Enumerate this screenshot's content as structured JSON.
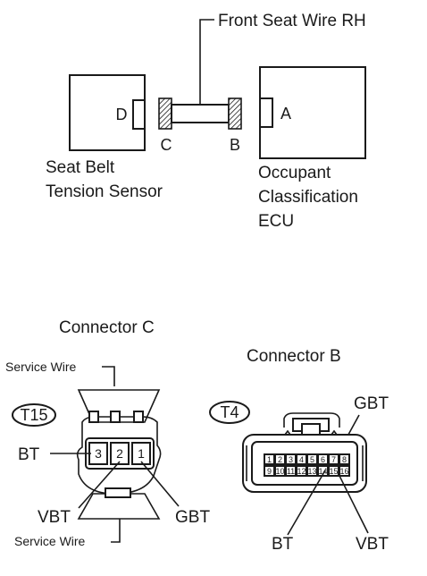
{
  "top_diagram": {
    "wire_label": "Front Seat Wire RH",
    "sensor_label_line1": "Seat Belt",
    "sensor_label_line2": "Tension Sensor",
    "ecu_label_line1": "Occupant",
    "ecu_label_line2": "Classification",
    "ecu_label_line3": "ECU",
    "port_d": "D",
    "port_a": "A",
    "conn_c": "C",
    "conn_b": "B"
  },
  "connector_c": {
    "title": "Connector C",
    "code": "T15",
    "service_wire_top": "Service Wire",
    "service_wire_bottom": "Service Wire",
    "pins": [
      "3",
      "2",
      "1"
    ],
    "label_bt": "BT",
    "label_vbt": "VBT",
    "label_gbt": "GBT"
  },
  "connector_b": {
    "title": "Connector B",
    "code": "T4",
    "pins_top": [
      "1",
      "2",
      "3",
      "4",
      "5",
      "6",
      "7",
      "8"
    ],
    "pins_bottom": [
      "9",
      "10",
      "11",
      "12",
      "13",
      "14",
      "15",
      "16"
    ],
    "label_gbt": "GBT",
    "label_bt": "BT",
    "label_vbt": "VBT"
  }
}
